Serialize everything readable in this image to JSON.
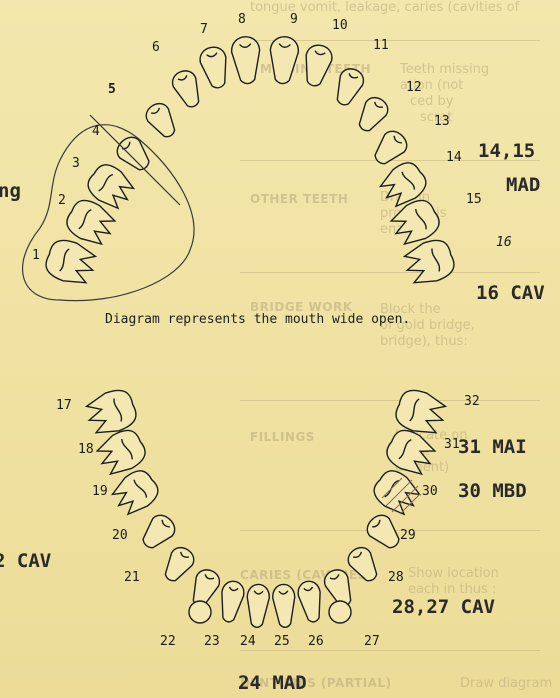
{
  "form": {
    "faint_top": "tongue vomit, leakage, caries (cavities of",
    "missing_teeth": {
      "heading": "MISSING TEETH",
      "text": [
        "Teeth missing",
        "ation (not",
        "ced by",
        "scrat"
      ]
    },
    "other_teeth": {
      "heading": "OTHER TEETH",
      "text": [
        "Draw in",
        "prosthesis",
        "enamel"
      ]
    },
    "bridge_work": {
      "heading": "BRIDGE WORK",
      "text": [
        "Block the",
        "of gold bridge,",
        "bridge), thus:"
      ]
    },
    "fillings": {
      "heading": "FILLINGS",
      "text": [
        "Indicate on",
        "block",
        "cement)"
      ]
    },
    "caries": {
      "heading": "CARIES (CAVITIES)",
      "text": [
        "Show location",
        "each in thus :"
      ]
    },
    "dentures": {
      "heading": "DENTURES (PARTIAL)",
      "text": [
        "Draw diagram"
      ]
    }
  },
  "diagram": {
    "caption": "Diagram represents the mouth wide open.",
    "upper_numbers": [
      "1",
      "2",
      "3",
      "4",
      "5",
      "6",
      "7",
      "8",
      "9",
      "10",
      "11",
      "12",
      "13",
      "14",
      "15",
      "16"
    ],
    "lower_numbers": [
      "17",
      "18",
      "19",
      "20",
      "21",
      "22",
      "23",
      "24",
      "25",
      "26",
      "27",
      "28",
      "29",
      "30",
      "31",
      "32"
    ]
  },
  "annotations": {
    "a14_15": "14,15",
    "mad_upper": "MAD",
    "ng": "ng",
    "a16": "16 CAV",
    "a31": "31 MAI",
    "a30": "30 MBD",
    "a2cav": "2 CAV",
    "a28_27": "28,27 CAV",
    "a24": "24 MAD"
  }
}
